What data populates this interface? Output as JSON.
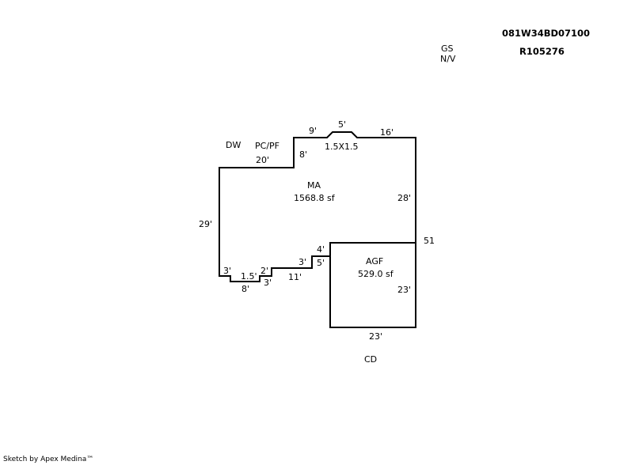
{
  "header": {
    "parcel_id": "081W34BD07100",
    "account": "R105276",
    "code1": "GS",
    "code2": "N/V"
  },
  "areas": {
    "main": {
      "name": "MA",
      "area": "1568.8 sf"
    },
    "garage": {
      "name": "AGF",
      "area": "529.0 sf"
    }
  },
  "labels": {
    "dw": "DW",
    "pcpf": "PC/PF",
    "cd": "CD",
    "bump": "1.5X1.5"
  },
  "dims": {
    "d20": "20'",
    "d8top": "8'",
    "d9": "9'",
    "d5top": "5'",
    "d16": "16'",
    "d28": "28'",
    "d51": "51",
    "d29": "29'",
    "d3a": "3'",
    "d15": "1.5'",
    "d2": "2'",
    "d8b": "8'",
    "d3b": "3'",
    "d11": "11'",
    "d3c": "3'",
    "d4": "4'",
    "d5b": "5'",
    "d23r": "23'",
    "d23b": "23'"
  },
  "footer": "Sketch by Apex Medina™"
}
